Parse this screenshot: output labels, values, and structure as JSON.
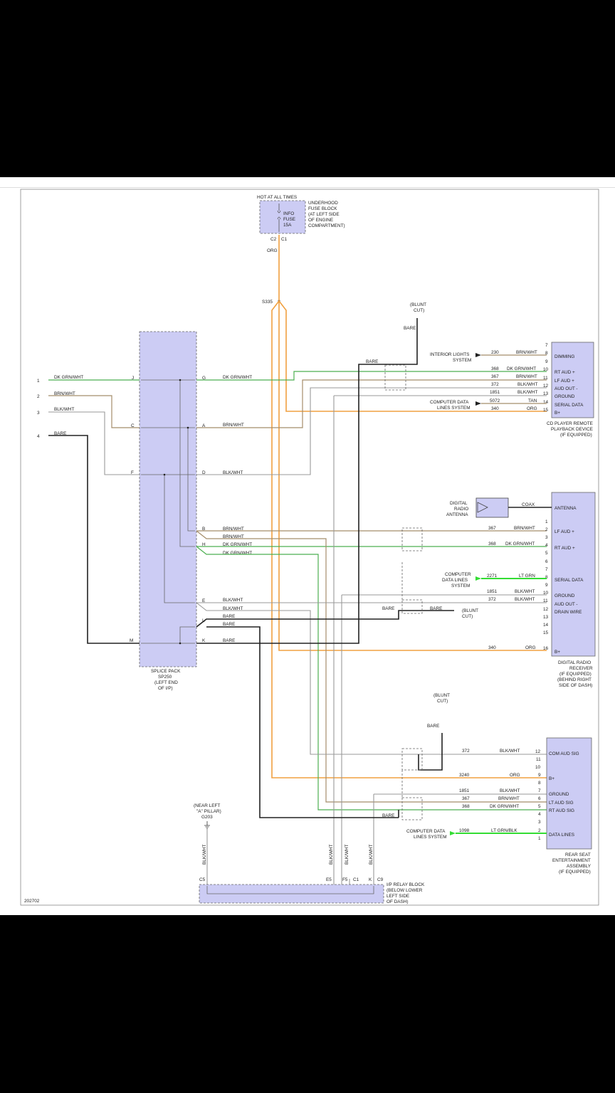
{
  "fuse_block": {
    "hot": "HOT AT ALL TIMES",
    "fuse": [
      "INFO",
      "FUSE",
      "15A"
    ],
    "location": [
      "UNDERHOOD",
      "FUSE BLOCK",
      "(AT LEFT SIDE",
      "OF ENGINE",
      "COMPARTMENT)"
    ],
    "c2": "C2",
    "c1": "C1",
    "wire": "ORG",
    "splice": "S335"
  },
  "splice_pack": {
    "label": [
      "SPLICE PACK",
      "SP250",
      "(LEFT END",
      "OF I/P)"
    ],
    "left_pins": [
      "J",
      "C",
      "F",
      "M"
    ],
    "right_pins": [
      "G",
      "A",
      "D",
      "B",
      "H",
      "E",
      "L",
      "K"
    ]
  },
  "inputs": [
    {
      "num": "1",
      "color": "DK GRN/WHT"
    },
    {
      "num": "2",
      "color": "BRN/WHT"
    },
    {
      "num": "3",
      "color": "BLK/WHT"
    },
    {
      "num": "4",
      "color": "BARE"
    }
  ],
  "splice_out_labels": [
    "DK GRN/WHT",
    "BRN/WHT",
    "BLK/WHT",
    "BRN/WHT",
    "BRN/WHT",
    "DK GRN/WHT",
    "DK GRN/WHT",
    "BLK/WHT",
    "BLK/WHT",
    "BARE",
    "BARE",
    "BARE"
  ],
  "cd_player": {
    "name": [
      "CD PLAYER REMOTE",
      "PLAYBACK DEVICE",
      "(IF EQUIPPED)"
    ],
    "pins": [
      "7",
      "8",
      "9",
      "10",
      "11",
      "12",
      "13",
      "14",
      "15"
    ],
    "funcs": [
      "DIMMING",
      "RT AUD +",
      "LF AUD +",
      "AUD OUT -",
      "GROUND",
      "SERIAL DATA",
      "B+"
    ],
    "circuits": [
      {
        "num": "230",
        "color": "BRN/WHT"
      },
      {
        "num": "368",
        "color": "DK GRN/WHT"
      },
      {
        "num": "367",
        "color": "BRN/WHT"
      },
      {
        "num": "372",
        "color": "BLK/WHT"
      },
      {
        "num": "1851",
        "color": "BLK/WHT"
      },
      {
        "num": "5072",
        "color": "TAN"
      },
      {
        "num": "340",
        "color": "ORG"
      }
    ],
    "interior": [
      "INTERIOR LIGHTS",
      "SYSTEM"
    ],
    "cdl": [
      "COMPUTER DATA",
      "LINES SYSTEM"
    ],
    "blunt": [
      "(BLUNT",
      "CUT)"
    ],
    "bare": "BARE"
  },
  "radio": {
    "name": [
      "DIGITAL RADIO",
      "RECEIVER",
      "(IF EQUIPPED)",
      "(BEHIND RIGHT",
      "SIDE OF DASH)"
    ],
    "pins": [
      "1",
      "2",
      "3",
      "4",
      "5",
      "6",
      "7",
      "8",
      "9",
      "10",
      "11",
      "12",
      "13",
      "14",
      "15",
      "16"
    ],
    "funcs": [
      "ANTENNA",
      "LF AUD +",
      "RT AUD +",
      "SERIAL DATA",
      "GROUND",
      "AUD OUT -",
      "DRAIN WIRE",
      "B+"
    ],
    "antenna": [
      "DIGITAL",
      "RADIO",
      "ANTENNA"
    ],
    "coax": "COAX",
    "circuits": [
      {
        "num": "367",
        "color": "BRN/WHT"
      },
      {
        "num": "368",
        "color": "DK GRN/WHT"
      },
      {
        "num": "2271",
        "color": "LT GRN"
      },
      {
        "num": "1851",
        "color": "BLK/WHT"
      },
      {
        "num": "372",
        "color": "BLK/WHT"
      },
      {
        "num": "340",
        "color": "ORG"
      }
    ],
    "cdl": [
      "COMPUTER",
      "DATA LINES",
      "SYSTEM"
    ],
    "bare": "BARE",
    "blunt": [
      "(BLUNT",
      "CUT)"
    ]
  },
  "rear_seat": {
    "name": [
      "REAR SEAT",
      "ENTERTAINMENT",
      "ASSEMBLY",
      "(IF EQUIPPED)"
    ],
    "pins": [
      "12",
      "11",
      "10",
      "9",
      "8",
      "7",
      "6",
      "5",
      "4",
      "3",
      "2",
      "1"
    ],
    "funcs": [
      "COM AUD SIG",
      "B+",
      "GROUND",
      "LT AUD SIG",
      "RT AUD SIG",
      "DATA LINES"
    ],
    "circuits": [
      {
        "num": "372",
        "color": "BLK/WHT"
      },
      {
        "num": "3240",
        "color": "ORG"
      },
      {
        "num": "1851",
        "color": "BLK/WHT"
      },
      {
        "num": "367",
        "color": "BRN/WHT"
      },
      {
        "num": "368",
        "color": "DK GRN/WHT"
      },
      {
        "num": "1098",
        "color": "LT GRN/BLK"
      }
    ],
    "cdl": [
      "COMPUTER DATA",
      "LINES SYSTEM"
    ],
    "blunt": [
      "(BLUNT",
      "CUT)"
    ],
    "bare": "BARE"
  },
  "ground": {
    "label": [
      "(NEAR LEFT",
      "\"A\" PILLAR)",
      "G203"
    ],
    "wire": "BLK/WHT"
  },
  "relay_block": {
    "label": [
      "I/P RELAY BLOCK",
      "(BELOW LOWER",
      "LEFT SIDE",
      "OF DASH)"
    ],
    "pins": [
      "C5",
      "E5",
      "F5",
      "C1",
      "K",
      "C9"
    ],
    "wire": "BLK/WHT"
  },
  "diagram_id": "202702",
  "colors": {
    "green": "#4caf50",
    "brown": "#a58d6a",
    "gray": "#999999",
    "black": "#222222",
    "orange": "#f0a040",
    "light_green": "#33dd33",
    "box": "#ccccf4"
  }
}
